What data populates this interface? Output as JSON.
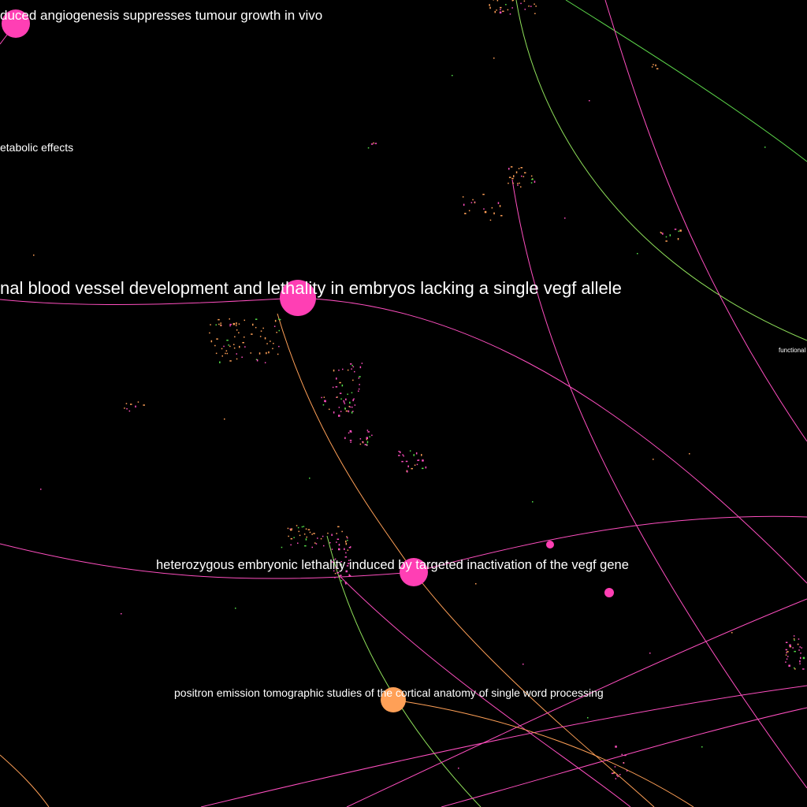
{
  "colors": {
    "background": "#000000",
    "pink": "#ff3fb4",
    "orange": "#ffa057",
    "green": "#7dff4f",
    "label": "#ffffff"
  },
  "labels": {
    "angiogenesis": "duced angiogenesis suppresses tumour growth in vivo",
    "metabolic": "etabolic effects",
    "vessel": "nal blood vessel development and lethality in embryos lacking a single vegf allele",
    "heterozygous": "heterozygous embryonic lethality induced by targeted inactivation of the vegf gene",
    "positron": "positron emission tomographic studies of the cortical anatomy of single word processing",
    "functional": "functional a"
  },
  "nodes": [
    {
      "id": "node-angiogenesis",
      "color": "pink",
      "size": "large"
    },
    {
      "id": "node-vessel",
      "color": "pink",
      "size": "xlarge"
    },
    {
      "id": "node-heterozygous",
      "color": "pink",
      "size": "large"
    },
    {
      "id": "node-positron",
      "color": "orange",
      "size": "large"
    },
    {
      "id": "node-small-a",
      "color": "pink",
      "size": "small"
    },
    {
      "id": "node-small-b",
      "color": "pink",
      "size": "small"
    }
  ]
}
